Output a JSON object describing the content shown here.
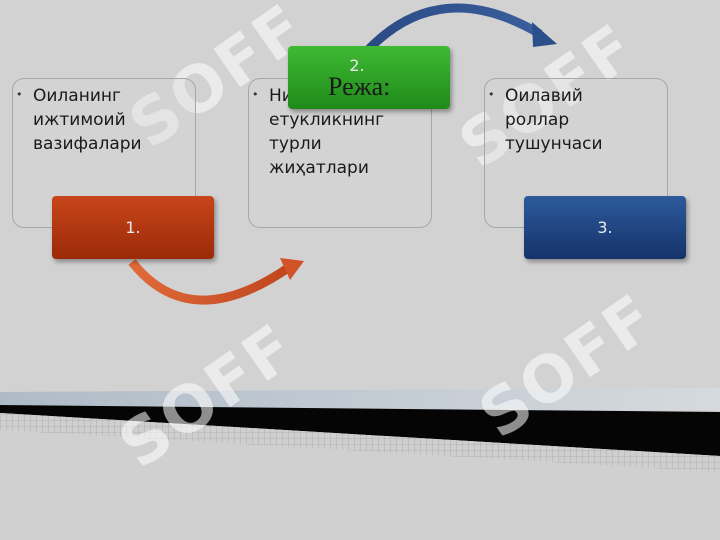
{
  "title": "Режа:",
  "watermark_text": "SOFF",
  "steps": [
    {
      "number": "1.",
      "text_lines": [
        "Оиланинг",
        "ижтимоий",
        "вазифалари"
      ],
      "color": "#b8360f"
    },
    {
      "number": "2.",
      "text_lines": [
        "Ни",
        "етукликнинг",
        "турли",
        "жиҳатлари"
      ],
      "color": "#2e9e2a"
    },
    {
      "number": "3.",
      "text_lines": [
        "Оилавий",
        "роллар",
        "тушунчаси"
      ],
      "color": "#1d3f7a"
    }
  ],
  "colors": {
    "arrow_orange": "#d2522a",
    "arrow_blue": "#2b4f8a",
    "background": "#d2d2d2"
  }
}
